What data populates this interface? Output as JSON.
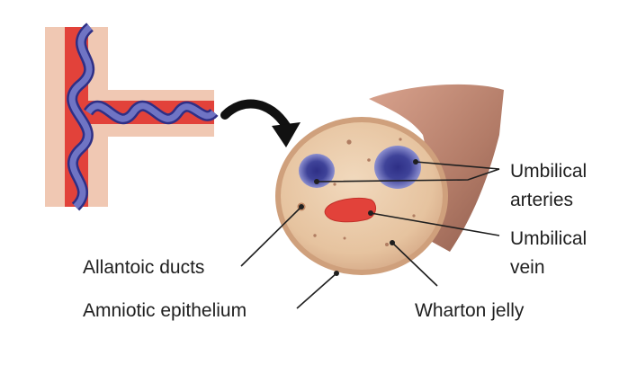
{
  "labels": {
    "umbilical_arteries_line1": "Umbilical",
    "umbilical_arteries_line2": "arteries",
    "umbilical_vein_line1": "Umbilical",
    "umbilical_vein_line2": "vein",
    "allantoic_ducts": "Allantoic ducts",
    "amniotic_epithelium": "Amniotic epithelium",
    "wharton_jelly": "Wharton jelly"
  },
  "colors": {
    "artery": "#5a5fb0",
    "artery_dark": "#2e2f86",
    "vein": "#e2423a",
    "cord_tissue": "#e9c9a6",
    "cord_rim": "#c9a27b",
    "cord_shaft": "#b77f6a",
    "leader": "#1f1f1f",
    "arrow": "#111111"
  }
}
